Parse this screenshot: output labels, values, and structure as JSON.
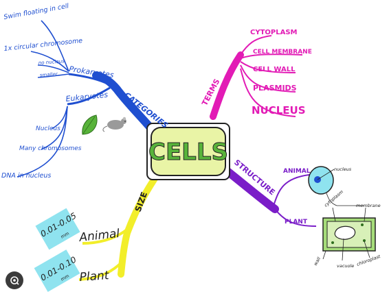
{
  "center": {
    "title": "CELLS"
  },
  "branches": {
    "categories": {
      "label": "CATEGORIES",
      "prokaryotes": {
        "label": "Prokaryotes",
        "facts": [
          "Swim floating in cell",
          "1x circular chromosome",
          "no nucleus",
          "smaller"
        ]
      },
      "eukaryotes": {
        "label": "Eukaryotes",
        "facts": [
          "Nucleus",
          "Many chromosomes",
          "DNA in nucleus"
        ]
      }
    },
    "terms": {
      "label": "TERMS",
      "items": [
        "CYTOPLASM",
        "CELL MEMBRANE",
        "CELL WALL",
        "PLASMIDS",
        "NUCLEUS"
      ]
    },
    "structure": {
      "label": "STRUCTURE",
      "animal": "ANIMAL",
      "plant": "PLANT",
      "animal_cell_labels": [
        "nucleus"
      ],
      "plant_cell_labels": [
        "cytoplasm",
        "membrane",
        "wall",
        "vacuole",
        "chloroplast"
      ]
    },
    "size": {
      "label": "SIZE",
      "animal": {
        "label": "Animal",
        "range": "0.01-0.05",
        "unit": "mm"
      },
      "plant": {
        "label": "Plant",
        "range": "0.01-0.10",
        "unit": "mm"
      }
    }
  },
  "icons": [
    "leaf-icon",
    "mouse-icon",
    "lens-icon"
  ],
  "colors": {
    "blue": "#1f4fd0",
    "pink": "#e21bb5",
    "purple": "#7a1dc8",
    "yellow": "#f2ee2a",
    "green": "#58b33a",
    "cyan": "#8fe3ef"
  }
}
